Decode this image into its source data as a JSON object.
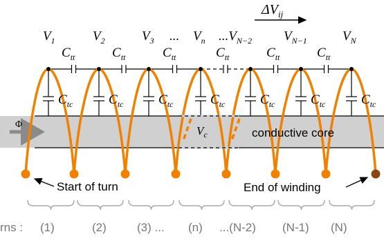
{
  "diagram": {
    "delta_v": {
      "base": "ΔV",
      "sub": "ij"
    },
    "voltages": [
      {
        "base": "V",
        "sub": "1"
      },
      {
        "base": "V",
        "sub": "2"
      },
      {
        "base": "V",
        "sub": "3"
      },
      {
        "base": "...",
        "sub": ""
      },
      {
        "base": "V",
        "sub": "n"
      },
      {
        "base": "...V",
        "sub": "N−2"
      },
      {
        "base": "V",
        "sub": "N−1"
      },
      {
        "base": "V",
        "sub": "N"
      }
    ],
    "ctt": {
      "base": "C",
      "sub": "tt"
    },
    "ctc": {
      "base": "C",
      "sub": "tc"
    },
    "phi": "Φ",
    "vc": {
      "base": "V",
      "sub": "c"
    },
    "core_label": "conductive core",
    "start_label": "Start of turn",
    "end_label": "End of winding",
    "turns_prefix": "rns : ",
    "turn_labels": [
      "(1)",
      "(2)",
      "(3) ...",
      "(n)",
      "...(N-2)",
      "(N-1)",
      "(N)"
    ]
  },
  "colors": {
    "wire": "#f08000",
    "end_dot": "#8b4513",
    "core": "#d0d0d0",
    "text": "#000000",
    "turn_text": "#777777"
  }
}
